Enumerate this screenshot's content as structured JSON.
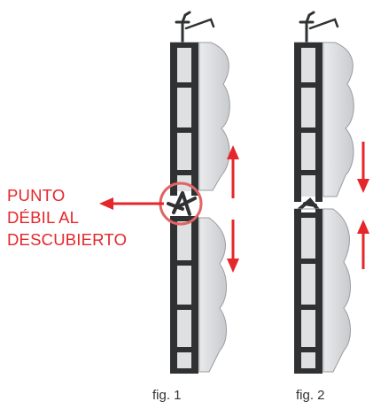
{
  "callout": {
    "lines": [
      "PUNTO",
      "DÉBIL AL",
      "DESCUBIERTO"
    ]
  },
  "figures": [
    {
      "caption": "fig. 1"
    },
    {
      "caption": "fig. 2"
    }
  ],
  "colors": {
    "accent_red": "#e5262a",
    "highlight_circle": "#e06565",
    "frame": "#2f3133",
    "panel_fill": "#e3e4e6",
    "panel_shade": "#c9cbce",
    "caption_text": "#333333"
  },
  "icons": {
    "up_arrow": "arrow-up-icon",
    "down_arrow": "arrow-down-icon",
    "hook": "hanger-hook-icon"
  }
}
